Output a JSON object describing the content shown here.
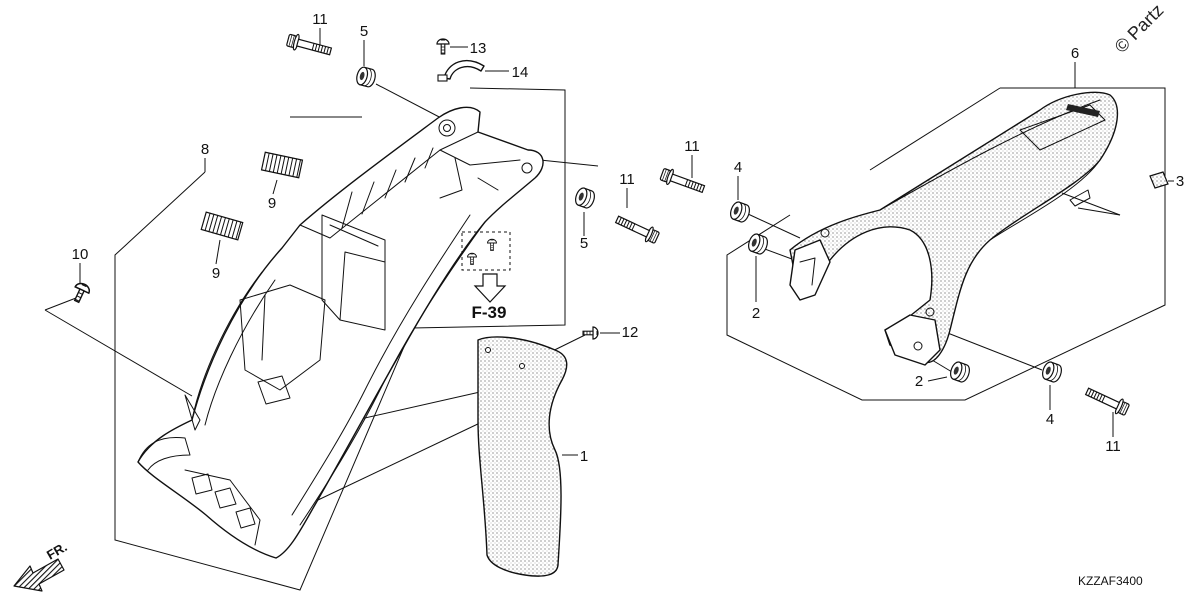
{
  "watermark": "© Partz",
  "callouts": [
    "11",
    "5",
    "13",
    "14",
    "8",
    "9",
    "9",
    "10",
    "11",
    "5",
    "12",
    "1",
    "6",
    "11",
    "4",
    "3",
    "2",
    "2",
    "4",
    "11"
  ],
  "section_ref": "F-39",
  "direction_label": "FR.",
  "diagram_code": "KZZAF3400"
}
